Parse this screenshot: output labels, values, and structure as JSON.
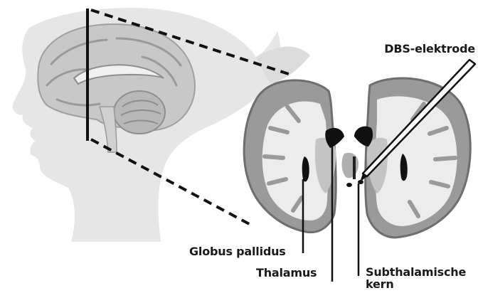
{
  "labels": {
    "dbs_electrode": "DBS-elektrode",
    "globus_pallidus": "Globus pallidus",
    "thalamus": "Thalamus",
    "subthalamic_line1": "Subthalamische",
    "subthalamic_line2": "kern"
  },
  "colors": {
    "head": "#e5e5e5",
    "brain": "#c9c9c9",
    "gyri": "#9a9a9a",
    "section_outline": "#6e6e6e",
    "white_matter": "#ededed",
    "structure": "#111111",
    "line": "#111111"
  }
}
